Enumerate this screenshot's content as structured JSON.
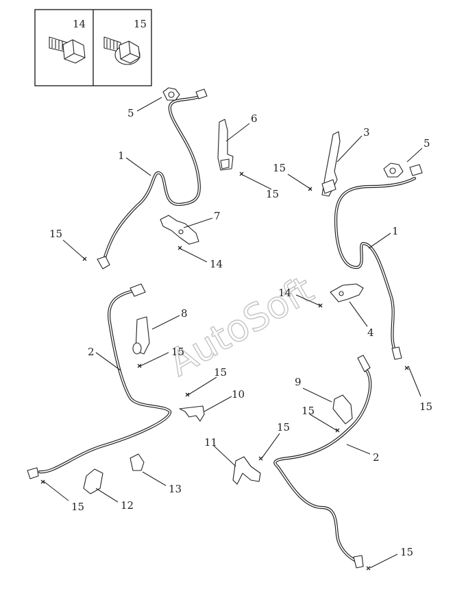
{
  "watermark": "AutoSoft",
  "inset": {
    "left_label": "14",
    "right_label": "15"
  },
  "callouts": [
    {
      "id": "c-5a",
      "text": "5"
    },
    {
      "id": "c-1a",
      "text": "1"
    },
    {
      "id": "c-15a",
      "text": "15"
    },
    {
      "id": "c-6",
      "text": "6"
    },
    {
      "id": "c-15b",
      "text": "15"
    },
    {
      "id": "c-15c",
      "text": "15"
    },
    {
      "id": "c-3",
      "text": "3"
    },
    {
      "id": "c-5b",
      "text": "5"
    },
    {
      "id": "c-15d",
      "text": "15"
    },
    {
      "id": "c-7",
      "text": "7"
    },
    {
      "id": "c-14a",
      "text": "14"
    },
    {
      "id": "c-1b",
      "text": "1"
    },
    {
      "id": "c-14b",
      "text": "14"
    },
    {
      "id": "c-4",
      "text": "4"
    },
    {
      "id": "c-8",
      "text": "8"
    },
    {
      "id": "c-2a",
      "text": "2"
    },
    {
      "id": "c-15e",
      "text": "15"
    },
    {
      "id": "c-15f",
      "text": "15"
    },
    {
      "id": "c-10",
      "text": "10"
    },
    {
      "id": "c-15g",
      "text": "15"
    },
    {
      "id": "c-9",
      "text": "9"
    },
    {
      "id": "c-15h",
      "text": "15"
    },
    {
      "id": "c-15i",
      "text": "15"
    },
    {
      "id": "c-11",
      "text": "11"
    },
    {
      "id": "c-2b",
      "text": "2"
    },
    {
      "id": "c-15j",
      "text": "15"
    },
    {
      "id": "c-12",
      "text": "12"
    },
    {
      "id": "c-13",
      "text": "13"
    },
    {
      "id": "c-15k",
      "text": "15"
    }
  ]
}
